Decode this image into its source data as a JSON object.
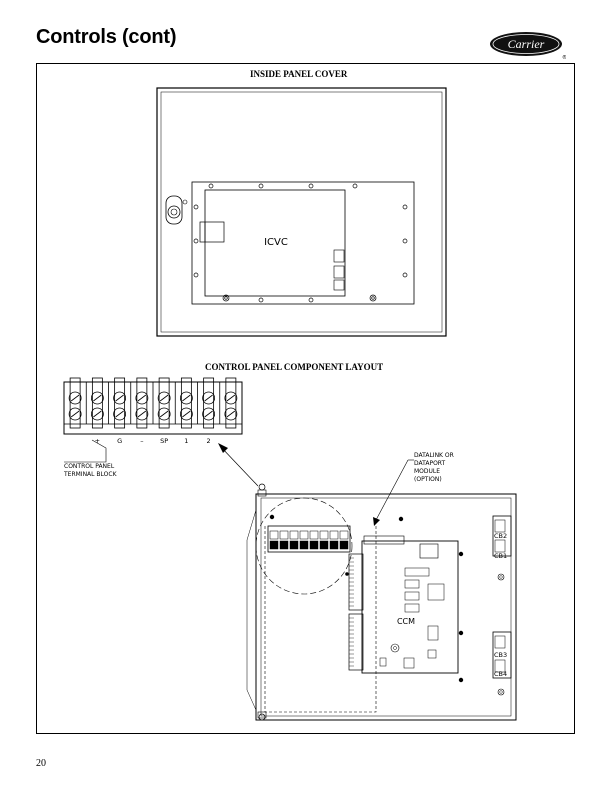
{
  "header": {
    "title": "Controls (cont)",
    "logo_text": "Carrier",
    "logo_mark": "®"
  },
  "figure": {
    "top_caption": "INSIDE PANEL COVER",
    "display_label": "ICVC",
    "layout_caption": "CONTROL PANEL COMPONENT LAYOUT",
    "terminal_labels": [
      "+",
      "G",
      "–",
      "SP",
      "1",
      "2"
    ],
    "terminal_block_label": [
      "CONTROL PANEL",
      "TERMINAL BLOCK"
    ],
    "datalink_label": [
      "DATALINK OR",
      "DATAPORT",
      "MODULE",
      "(OPTION)"
    ],
    "ccm_label": "CCM",
    "breakers_top": [
      "CB2",
      "CB1"
    ],
    "breakers_bottom": [
      "CB3",
      "CB4"
    ]
  },
  "footer": {
    "page_number": "20"
  }
}
